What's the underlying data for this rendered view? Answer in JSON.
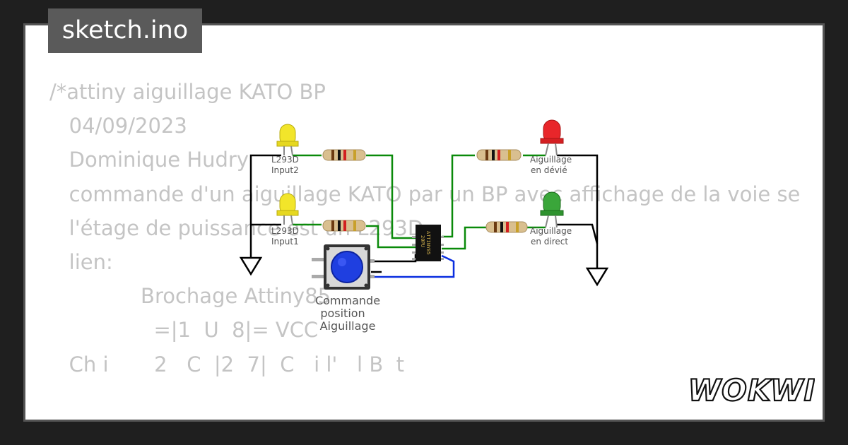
{
  "header": {
    "title": "sketch.ino"
  },
  "code_lines": [
    "/*attiny aiguillage KATO BP",
    "   04/09/2023",
    "   Dominique Hudry",
    "   commande d'un aiguillage KATO par un BP avec affichage de la voie sel",
    "   l'étage de puissance est un L293D",
    "   lien:",
    "",
    "              Brochage Attiny85",
    "",
    "                =|1  U  8|= VCC",
    "   Ch i       2   C  |2  7|  C   i l'   l B  t"
  ],
  "circuit": {
    "led_input2": {
      "label_line1": "L293D",
      "label_line2": "Input2",
      "color": "#f2e52a"
    },
    "led_input1": {
      "label_line1": "L293D",
      "label_line2": "Input1",
      "color": "#f2e52a"
    },
    "led_devie": {
      "label_line1": "Aiguillage",
      "label_line2": "en dévié",
      "color": "#e8262a"
    },
    "led_direct": {
      "label_line1": "Aiguillage",
      "label_line2": "en direct",
      "color": "#3aa63a"
    },
    "chip": {
      "label_line1": "ATTINY85",
      "label_line2": "20PU"
    },
    "button": {
      "label_line1": "Commande",
      "label_line2": "position",
      "label_line3": "Aiguillage",
      "color": "#1f3fe0"
    }
  },
  "brand": {
    "logo_text": "WOKWI"
  }
}
